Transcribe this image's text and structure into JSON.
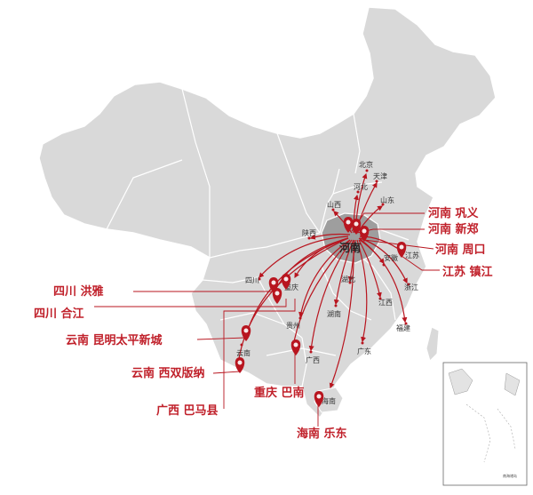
{
  "map": {
    "origin_label": "河南",
    "province_labels": {
      "beijing": "北京",
      "tianjin": "天津",
      "hebei": "河北",
      "shanxi": "山西",
      "shandong": "山东",
      "shaanxi": "陕西",
      "jiangsu": "江苏",
      "anhui": "安徽",
      "hubei": "湖北",
      "sichuan": "四川",
      "chongqing": "重庆",
      "zhejiang": "浙江",
      "jiangxi": "江西",
      "hunan": "湖南",
      "guizhou": "贵州",
      "fujian": "福建",
      "yunnan": "云南",
      "guangxi": "广西",
      "guangdong": "广东",
      "hainan": "海南"
    },
    "callouts": {
      "gongyi": "河南 巩义",
      "xinzheng": "河南 新郑",
      "zhoukou": "河南 周口",
      "zhenjiang": "江苏 镇江",
      "hongya": "四川 洪雅",
      "hejiang": "四川 合江",
      "kunming": "云南 昆明太平新城",
      "xishuangbanna": "云南 西双版纳",
      "chongqing_banan": "重庆 巴南",
      "bama": "广西 巴马县",
      "ledong": "海南 乐东"
    },
    "inset_label": "南海诸岛",
    "colors": {
      "land": "#d9d9d9",
      "henan": "#9e9e9e",
      "border": "#ffffff",
      "accent": "#b8151f",
      "callout_text": "#c0202a"
    }
  }
}
